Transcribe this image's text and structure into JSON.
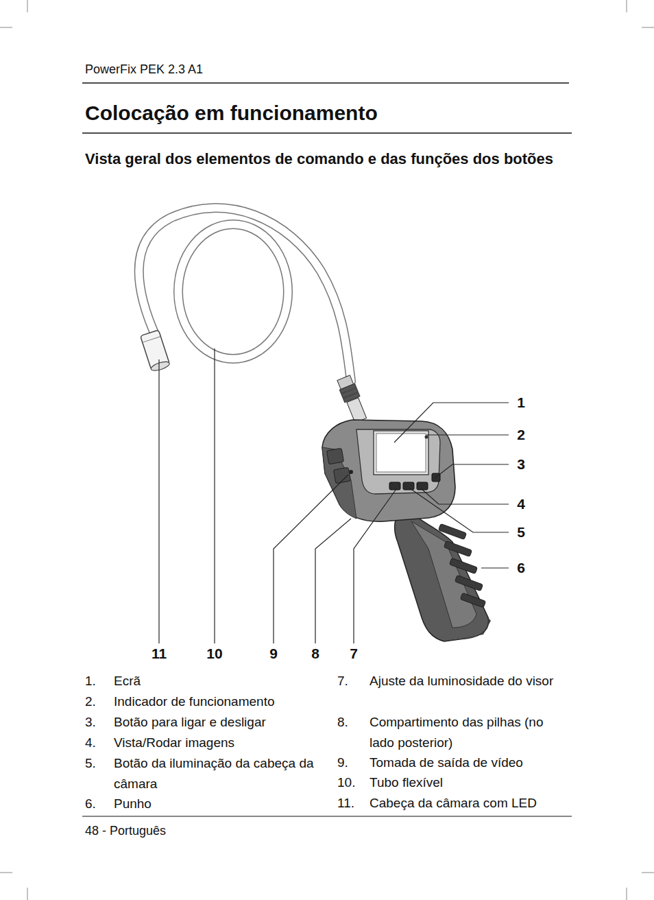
{
  "diagram": {
    "title": "Colocação em funcionamento",
    "labels": [
      "PowerFix PEK 2.3 A1",
      "Vista geral dos elementos de comando e das funções dos botões",
      "1",
      "2",
      "3",
      "4",
      "5",
      "6",
      "11",
      "10",
      "9",
      "8",
      "7",
      "1.",
      "Ecrã",
      "2.",
      "Indicador de funcionamento",
      "3.",
      "Botão para ligar e desligar",
      "4.",
      "Vista/Rodar imagens",
      "5.",
      "Botão da iluminação da cabeça da câmara",
      "6.",
      "Punho",
      "7.",
      "Ajuste da luminosidade do visor",
      "8.",
      "Compartimento das pilhas (no lado posterior)",
      "9.",
      "Tomada de saída de vídeo",
      "10.",
      "Tubo flexível",
      "11.",
      "Cabeça da câmara com LED",
      "48 - Português"
    ]
  }
}
